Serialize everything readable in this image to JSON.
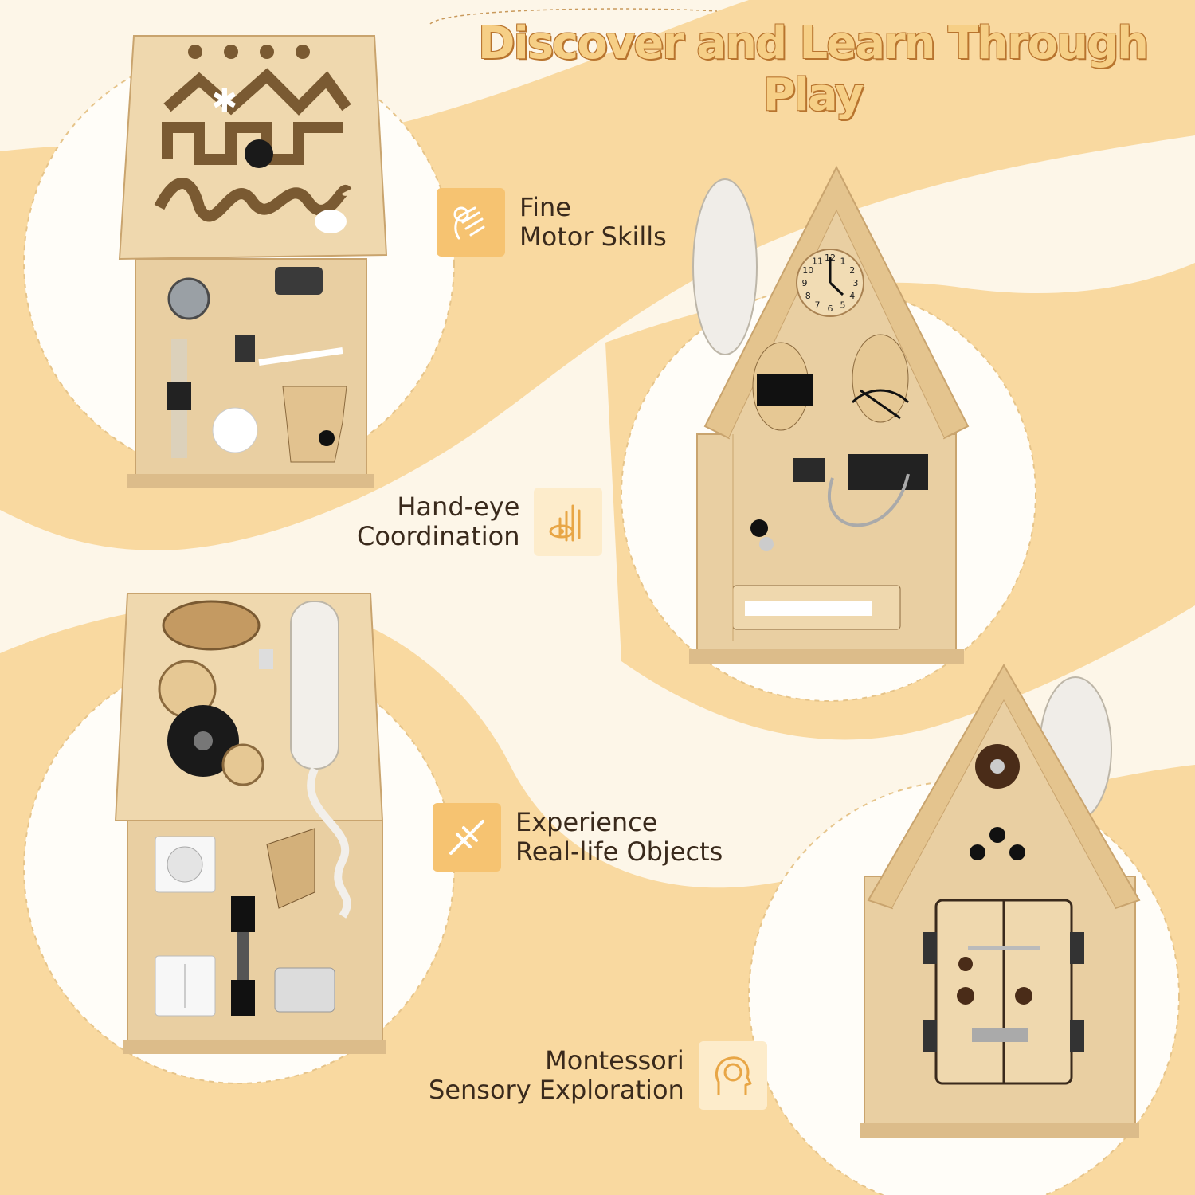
{
  "headline": "Discover and Learn Through Play",
  "features": [
    {
      "line1": "Fine",
      "line2": "Motor Skills",
      "icon": "hand-gesture-icon"
    },
    {
      "line1": "Hand-eye",
      "line2": "Coordination",
      "icon": "hand-eye-icon"
    },
    {
      "line1": "Experience",
      "line2": "Real-life Objects",
      "icon": "plug-icon"
    },
    {
      "line1": "Montessori",
      "line2": "Sensory Exploration",
      "icon": "brain-head-icon"
    }
  ],
  "colors": {
    "background": "#fdf6e8",
    "accent_orange": "#f9d9a0",
    "headline_fill": "#f6cf86",
    "headline_outline": "#b8742e",
    "icon_fill": "#f6c371",
    "wood": "#e9cfa2",
    "text": "#3a2a1c"
  },
  "clock": {
    "numbers": [
      "12",
      "1",
      "2",
      "3",
      "4",
      "5",
      "6",
      "7",
      "8",
      "9",
      "10",
      "11"
    ]
  }
}
